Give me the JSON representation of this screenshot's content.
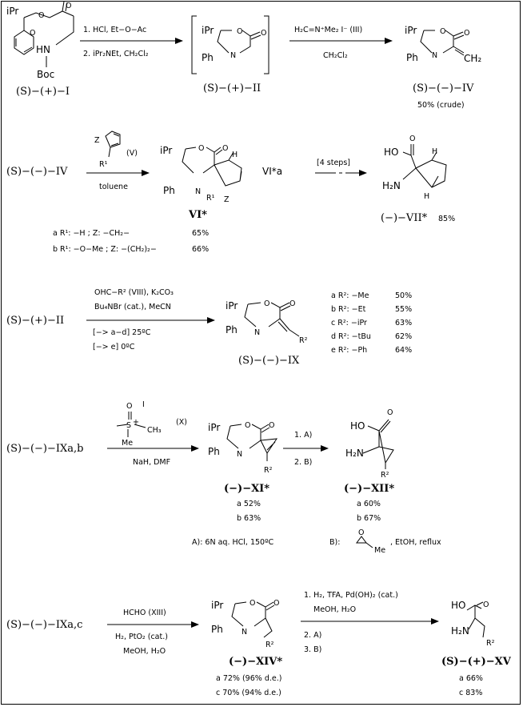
{
  "row1": {
    "cmpd1": {
      "label": "(S)−(+)−I",
      "ipr": "iPr",
      "o1": "O",
      "o2": "O",
      "o3": "O",
      "hn": "HN",
      "boc": "Boc"
    },
    "step1": {
      "line1": "1. HCl,  Et−O−Ac",
      "line2": "2. iPr₂NEt,  CH₂Cl₂"
    },
    "cmpd2": {
      "label": "(S)−(+)−II",
      "ipr": "iPr",
      "o": "O",
      "o2": "O",
      "n": "N",
      "ph": "Ph"
    },
    "step2": {
      "reagent": "H₂C=N⁺Me₂  I⁻  (III)",
      "solvent": "CH₂Cl₂"
    },
    "cmpd4": {
      "label": "(S)−(−)−IV",
      "yield": "50% (crude)",
      "ipr": "iPr",
      "o": "O",
      "o2": "O",
      "n": "N",
      "ph": "Ph",
      "ch2": "CH₂"
    }
  },
  "row2": {
    "start": "(S)−(−)−IV",
    "reagent_label": "(V)",
    "reagent_z": "Z",
    "reagent_r1": "R¹",
    "solvent": "toluene",
    "product": {
      "label": "VI*",
      "ipr": "iPr",
      "o": "O",
      "o2": "O",
      "n": "N",
      "ph": "Ph",
      "r1": "R¹",
      "z": "Z",
      "h": "H"
    },
    "variants": [
      {
        "text": "a R¹: −H ; Z: −CH₂−",
        "yield": "65%"
      },
      {
        "text": "b R¹: −O−Me ; Z: −(CH₂)₂−",
        "yield": "66%"
      }
    ],
    "step2_start": "VI*a",
    "step2_cond": "[4 steps]",
    "final": {
      "label": "(−)−VII*",
      "yield": "85%",
      "ho": "HO",
      "o": "O",
      "h2n": "H₂N",
      "h1": "H",
      "h2": "H"
    }
  },
  "row3": {
    "start": "(S)−(+)−II",
    "cond1": "OHC−R²  (VIII),  K₂CO₃",
    "cond2": "Bu₄NBr (cat.),  MeCN",
    "cond3": "[−> a−d]  25ºC",
    "cond4": "[−> e]  0ºC",
    "product": {
      "label": "(S)−(−)−IX",
      "ipr": "iPr",
      "o": "O",
      "o2": "O",
      "n": "N",
      "ph": "Ph",
      "r2": "R²"
    },
    "variants": [
      {
        "text": "a R²: −Me",
        "yield": "50%"
      },
      {
        "text": "b R²: −Et",
        "yield": "55%"
      },
      {
        "text": "c R²: −iPr",
        "yield": "63%"
      },
      {
        "text": "d R²: −tBu",
        "yield": "62%"
      },
      {
        "text": "e R²: −Ph",
        "yield": "64%"
      }
    ]
  },
  "row4": {
    "start": "(S)−(−)−IXa,b",
    "reagent": {
      "label": "(X)",
      "o": "O",
      "i": "I",
      "s": "S",
      "me": "Me",
      "ch3": "CH₃",
      "plus": "+"
    },
    "cond": "NaH, DMF",
    "product1": {
      "label": "(−)−XI*",
      "ya": "a 52%",
      "yb": "b 63%",
      "ipr": "iPr",
      "o": "O",
      "o2": "O",
      "n": "N",
      "ph": "Ph",
      "r2": "R²"
    },
    "step": {
      "line1": "1. A)",
      "line2": "2. B)"
    },
    "product2": {
      "label": "(−)−XII*",
      "ya": "a 60%",
      "yb": "b 67%",
      "ho": "HO",
      "o": "O",
      "h2n": "H₂N",
      "r2": "R²"
    },
    "note_a": "A):  6N aq. HCl,    150ºC",
    "note_b": "B):",
    "note_b2": ",  EtOH, reflux",
    "note_o": "O",
    "note_me": "Me"
  },
  "row5": {
    "start": "(S)−(−)−IXa,c",
    "cond1": "HCHO    (XIII)",
    "cond2": "H₂, PtO₂ (cat.)",
    "cond3": "MeOH,  H₂O",
    "product1": {
      "label": "(−)−XIV*",
      "ya": "a 72% (96% d.e.)",
      "yc": "c 70% (94% d.e.)",
      "ipr": "iPr",
      "o": "O",
      "o2": "O",
      "n": "N",
      "ph": "Ph",
      "r2": "R²"
    },
    "step": {
      "line1": "1. H₂,  TFA,  Pd(OH)₂ (cat.)",
      "line2": "MeOH,  H₂O",
      "line3": "2. A)",
      "line4": "3. B)"
    },
    "product2": {
      "label": "(S)−(+)−XV",
      "ya": "a 66%",
      "yc": "c 83%",
      "o": "O",
      "ho": "HO",
      "h2n": "H₂N",
      "r2": "R²"
    }
  }
}
